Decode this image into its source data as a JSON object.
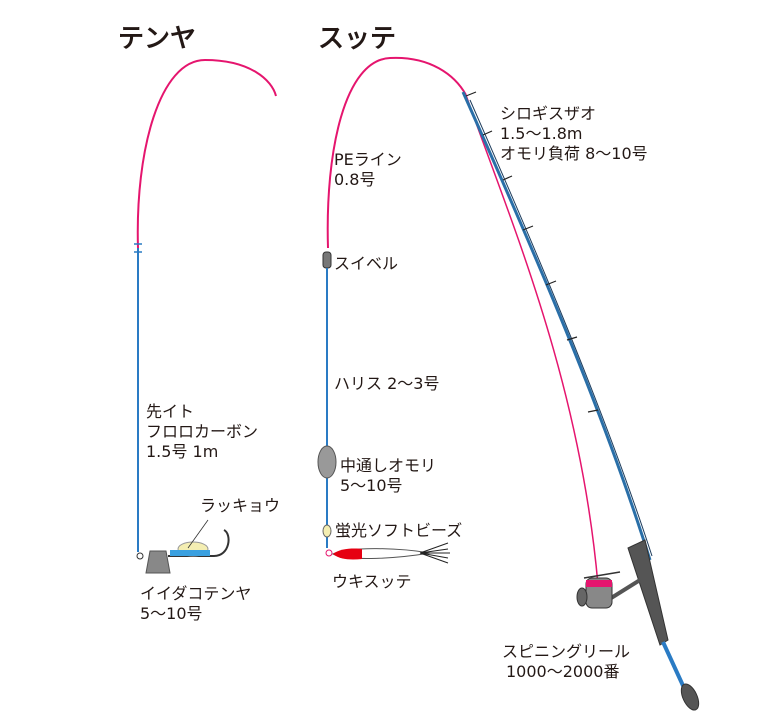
{
  "titles": {
    "tenya": "テンヤ",
    "sutte": "スッテ"
  },
  "colors": {
    "main_line": "#e5156e",
    "leader": "#2a7bc4",
    "text": "#231815"
  },
  "labels": {
    "rod": [
      "シロギスザオ",
      "1.5〜1.8m",
      "オモリ負荷 8〜10号"
    ],
    "pe_line": [
      "PEライン",
      "0.8号"
    ],
    "swivel": "スイベル",
    "harris": "ハリス 2〜3号",
    "leader": [
      "先イト",
      "フロロカーボン",
      "1.5号 1m"
    ],
    "sinker": [
      "中通しオモリ",
      "5〜10号"
    ],
    "beads": "蛍光ソフトビーズ",
    "rakkyo": "ラッキョウ",
    "uki_sutte": "ウキスッテ",
    "tenya_jig": [
      "イイダコテンヤ",
      "5〜10号"
    ],
    "reel": [
      "スピニングリール",
      "1000〜2000番"
    ]
  }
}
